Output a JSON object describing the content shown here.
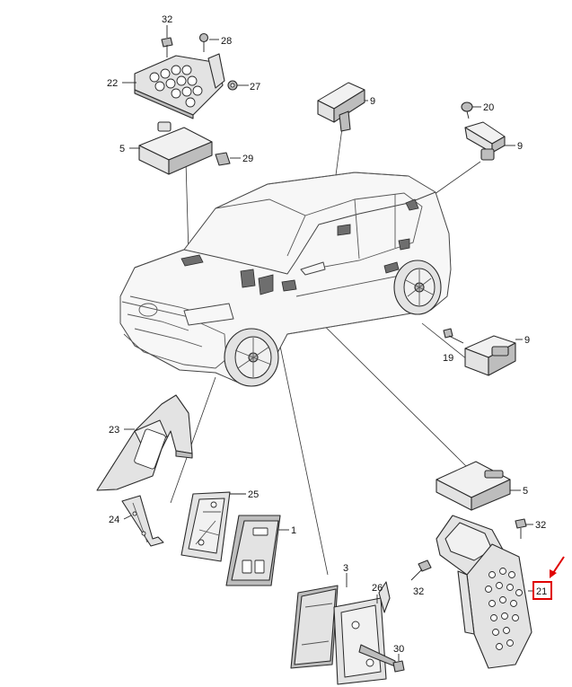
{
  "highlight": {
    "color": "#e00000",
    "label": "21"
  },
  "callouts": {
    "c32a": "32",
    "c28": "28",
    "c22": "22",
    "c27": "27",
    "c5a": "5",
    "c29": "29",
    "c9a": "9",
    "c20": "20",
    "c9b": "9",
    "c9c": "9",
    "c19": "19",
    "c23": "23",
    "c24": "24",
    "c25": "25",
    "c1": "1",
    "c5b": "5",
    "c32b": "32",
    "c32c": "32",
    "c21": "21",
    "c3": "3",
    "c26": "26",
    "c30": "30"
  }
}
